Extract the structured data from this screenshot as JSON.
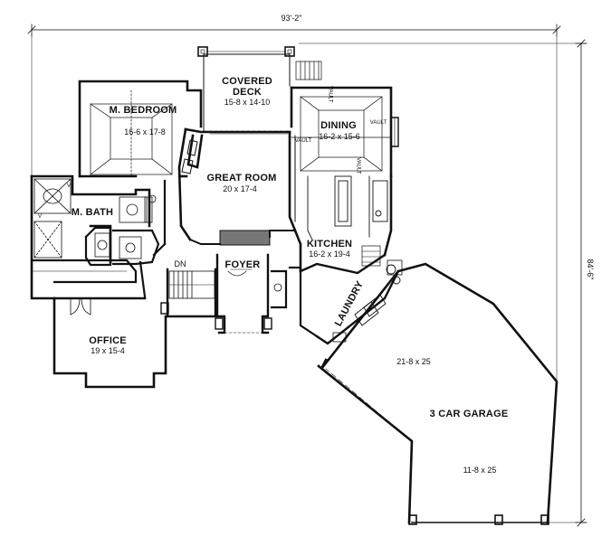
{
  "dimensions": {
    "width_total": "93'-2\"",
    "depth_total": "84'-6\""
  },
  "rooms": {
    "covered_deck": {
      "name_line1": "COVERED",
      "name_line2": "DECK",
      "size": "15-8 x 14-10"
    },
    "master_bedroom": {
      "name": "M. BEDROOM",
      "size": "16-6 x 17-8"
    },
    "dining": {
      "name": "DINING",
      "size": "16-2 x 15-6"
    },
    "great_room": {
      "name": "GREAT ROOM",
      "size": "20 x 17-4"
    },
    "master_bath": {
      "name": "M. BATH"
    },
    "kitchen": {
      "name": "KITCHEN",
      "size": "16-2 x 19-4"
    },
    "foyer": {
      "name": "FOYER"
    },
    "laundry": {
      "name": "LAUNDRY"
    },
    "office": {
      "name": "OFFICE",
      "size": "19 x 15-4"
    },
    "garage": {
      "name": "3 CAR GARAGE",
      "size_upper": "21-8 x 25",
      "size_lower": "11-8 x 25"
    }
  },
  "annotations": {
    "stair_down": "DN",
    "vault": "VAULT",
    "window_v1": "V",
    "window_v2": "V"
  },
  "colors": {
    "line": "#111111",
    "background": "#ffffff"
  }
}
